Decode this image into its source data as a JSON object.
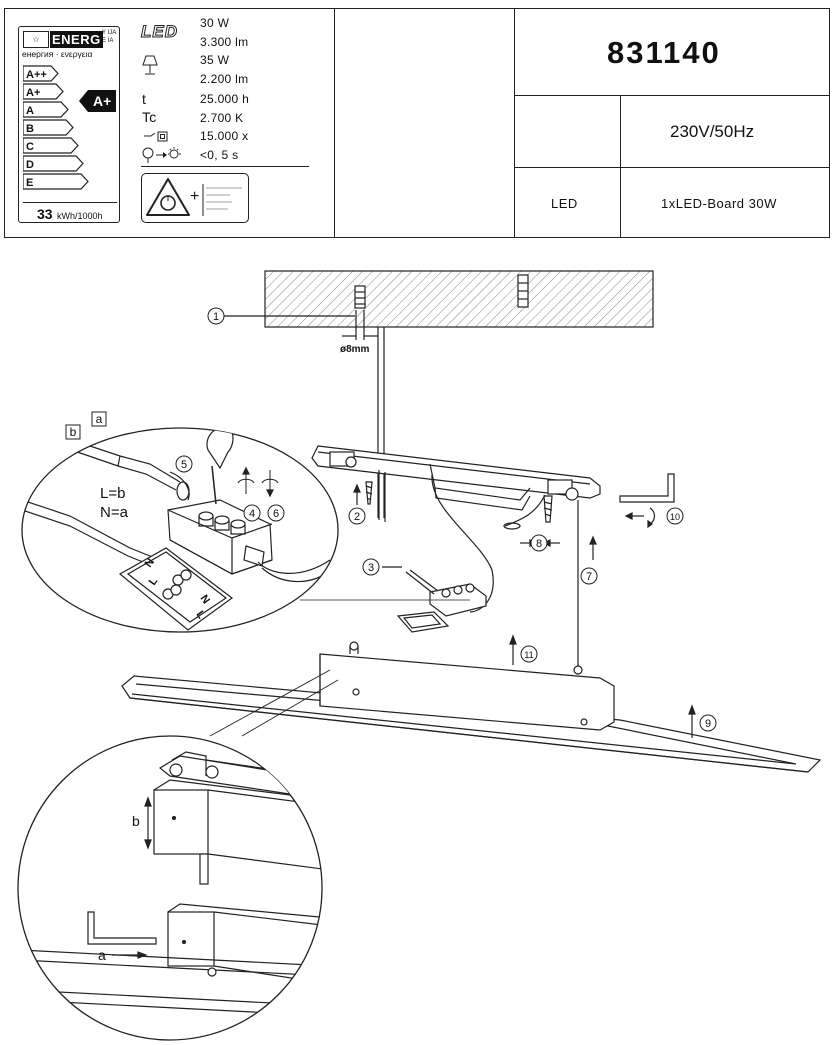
{
  "energy_label": {
    "header_main": "ENERG",
    "header_suffix_top": "Y IJA",
    "header_suffix_bottom": "E IA",
    "subtitle": "енергия · ενεργεια",
    "classes": [
      "A++",
      "A+",
      "A",
      "B",
      "C",
      "D",
      "E"
    ],
    "rating": "A+",
    "consumption_value": "33",
    "consumption_unit": "kWh/1000h"
  },
  "specs": {
    "led_power": "30 W",
    "led_lumen": "3.300 lm",
    "lamp_power": "35 W",
    "lamp_lumen": "2.200 lm",
    "life_symbol": "t",
    "life_value": "25.000 h",
    "tc_symbol": "Tc",
    "tc_value": "2.700 K",
    "switch_value": "15.000 x",
    "warmup_value": "<0, 5  s"
  },
  "product": {
    "model_number": "831140",
    "voltage": "230V/50Hz",
    "light_source_type": "LED",
    "light_source_desc": "1xLED-Board 30W"
  },
  "diagram": {
    "drill_size": "ø8mm",
    "callouts": [
      "1",
      "2",
      "3",
      "4",
      "5",
      "6",
      "7",
      "8",
      "9",
      "10",
      "11"
    ],
    "wiring_rule_1": "L=b",
    "wiring_rule_2": "N=a",
    "box_label_a": "a",
    "box_label_b": "b",
    "dim_b": "b",
    "dim_a": "a",
    "terminal_n": "N",
    "terminal_l": "L"
  },
  "colors": {
    "line": "#222222",
    "hatch": "#888888"
  }
}
